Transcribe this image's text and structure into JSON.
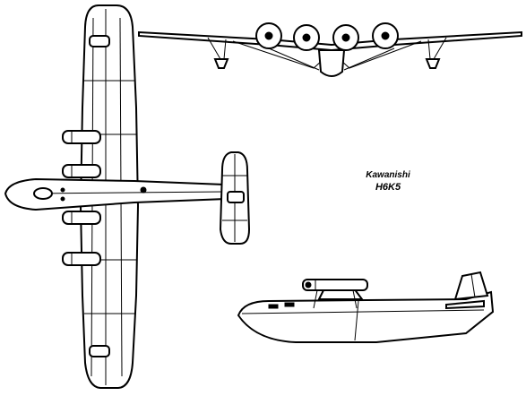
{
  "caption": {
    "manufacturer": "Kawanishi",
    "model": "H6K5"
  },
  "views": [
    {
      "name": "plan-view"
    },
    {
      "name": "front-view"
    },
    {
      "name": "side-view"
    }
  ],
  "colors": {
    "ink": "#000000",
    "paper": "#ffffff"
  }
}
